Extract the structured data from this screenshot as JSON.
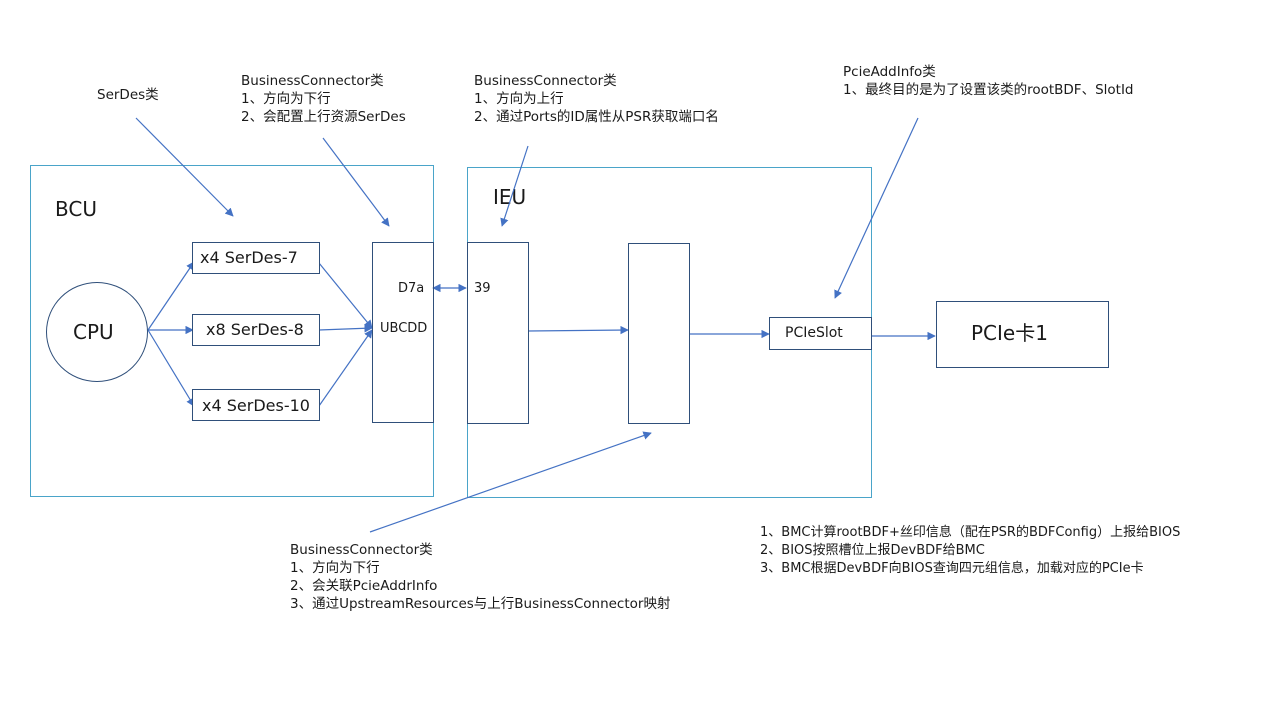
{
  "colors": {
    "line": "#4472c4",
    "frame": "#4aa4c9",
    "box_border": "#2f4f7a"
  },
  "boxes": {
    "bcu_label": "BCU",
    "ieu_label": "IEU",
    "cpu": "CPU",
    "serdes_7": "x4 SerDes-7",
    "serdes_8": "x8 SerDes-8",
    "serdes_10": "x4 SerDes-10",
    "d7a": "D7a",
    "ubcdd": "UBCDD",
    "port_39": "39",
    "pcie_slot": "PCIeSlot",
    "pcie_card": "PCIe卡1"
  },
  "annotations": {
    "serdes_class": "SerDes类",
    "bc_down": {
      "title": "BusinessConnector类",
      "lines": [
        "1、方向为下行",
        "2、会配置上行资源SerDes"
      ]
    },
    "bc_up": {
      "title": "BusinessConnector类",
      "lines": [
        "1、方向为上行",
        "2、通过Ports的ID属性从PSR获取端口名"
      ]
    },
    "pcie_add_info": {
      "title": "PcieAddInfo类",
      "lines": [
        "1、最终目的是为了设置该类的rootBDF、SlotId"
      ]
    },
    "bc_bottom": {
      "title": "BusinessConnector类",
      "lines": [
        "1、方向为下行",
        "2、会关联PcieAddrInfo",
        "3、通过UpstreamResources与上行BusinessConnector映射"
      ]
    },
    "bmc_flow": {
      "lines": [
        "1、BMC计算rootBDF+丝印信息（配在PSR的BDFConfig）上报给BIOS",
        "2、BIOS按照槽位上报DevBDF给BMC",
        "3、BMC根据DevBDF向BIOS查询四元组信息，加载对应的PCIe卡"
      ]
    }
  }
}
